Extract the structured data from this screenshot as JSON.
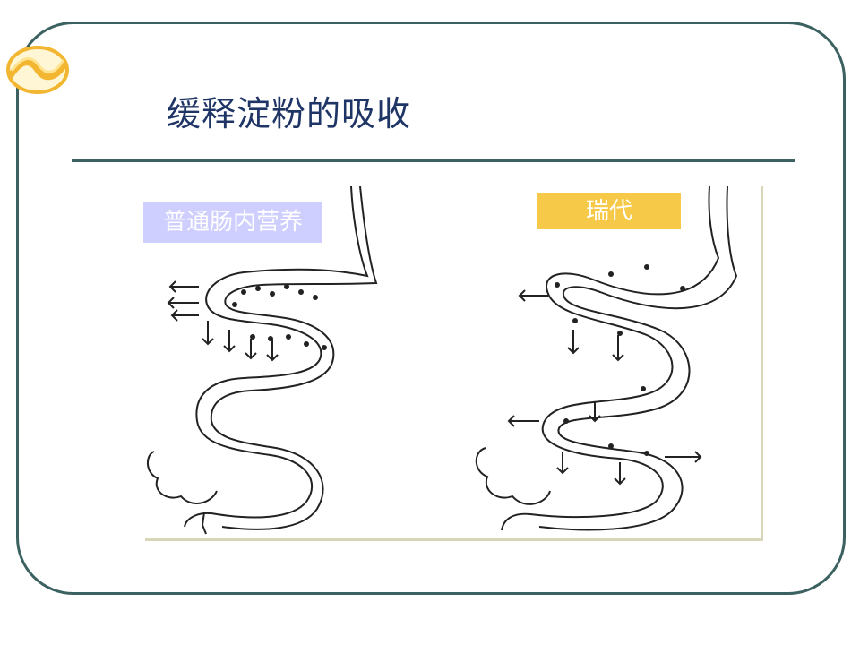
{
  "slide": {
    "title": "缓释淀粉的吸收",
    "label_left": "普通肠内营养",
    "label_right": "瑞代"
  },
  "colors": {
    "frame": "#3b6160",
    "title": "#1f3566",
    "label_left_bg": "#c9c9ff",
    "label_right_bg": "#f7c948",
    "logo": "#f2b630"
  },
  "icons": [
    "wave-logo-icon"
  ]
}
